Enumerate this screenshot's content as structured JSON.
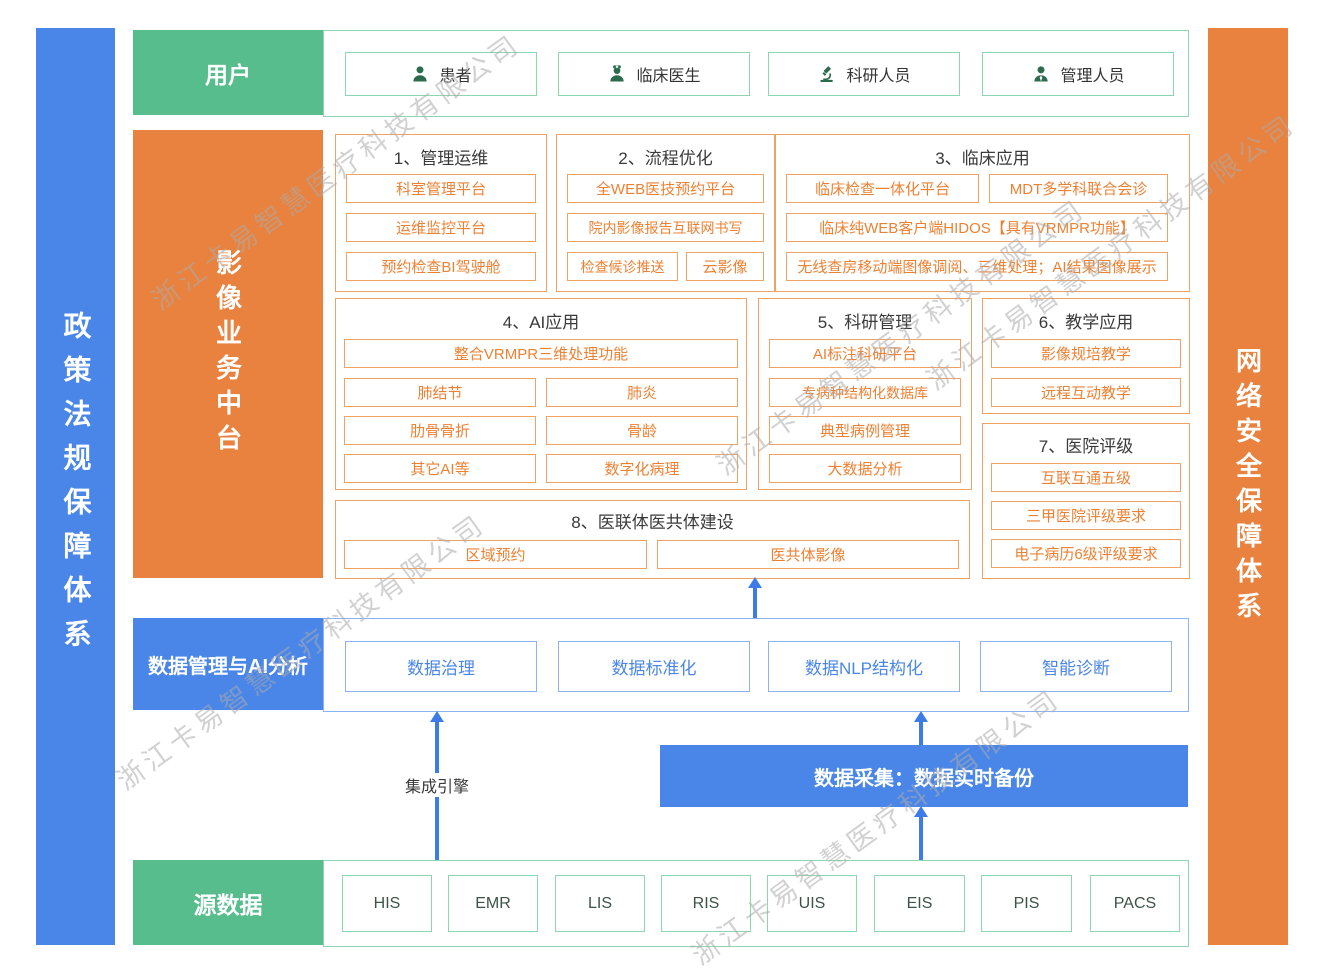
{
  "watermark": {
    "text": "浙江卡易智慧医疗科技有限公司"
  },
  "side_bars": {
    "left": "政策法规保障体系",
    "right": "网络安全保障体系"
  },
  "user_row": {
    "title": "用户",
    "items": [
      {
        "label": "患者",
        "icon": "patient-icon"
      },
      {
        "label": "临床医生",
        "icon": "doctor-icon"
      },
      {
        "label": "科研人员",
        "icon": "microscope-icon"
      },
      {
        "label": "管理人员",
        "icon": "admin-icon"
      }
    ]
  },
  "platform": {
    "title": "影像业务中台",
    "groups": [
      {
        "title": "1、管理运维",
        "items": [
          "科室管理平台",
          "运维监控平台",
          "预约检查BI驾驶舱"
        ]
      },
      {
        "title": "2、流程优化",
        "items": [
          "全WEB医技预约平台",
          "院内影像报告互联网书写",
          "检查候诊推送",
          "云影像"
        ]
      },
      {
        "title": "3、临床应用",
        "items": [
          "临床检查一体化平台",
          "MDT多学科联合会诊",
          "临床纯WEB客户端HIDOS【具有VRMPR功能】",
          "无线查房移动端图像调阅、三维处理；AI结果图像展示"
        ]
      },
      {
        "title": "4、AI应用",
        "items": [
          "整合VRMPR三维处理功能",
          "肺结节",
          "肺炎",
          "肋骨骨折",
          "骨龄",
          "其它AI等",
          "数字化病理"
        ]
      },
      {
        "title": "5、科研管理",
        "items": [
          "AI标注科研平台",
          "专病种结构化数据库",
          "典型病例管理",
          "大数据分析"
        ]
      },
      {
        "title": "6、教学应用",
        "items": [
          "影像规培教学",
          "远程互动教学"
        ]
      },
      {
        "title": "7、医院评级",
        "items": [
          "互联互通五级",
          "三甲医院评级要求",
          "电子病历6级评级要求"
        ]
      },
      {
        "title": "8、医联体医共体建设",
        "items": [
          "区域预约",
          "医共体影像"
        ]
      }
    ]
  },
  "data_mgmt": {
    "title": "数据管理与AI分析",
    "items": [
      "数据治理",
      "数据标准化",
      "数据NLP结构化",
      "智能诊断"
    ]
  },
  "middleware": {
    "integration_engine_label": "集成引擎",
    "collection_label": "数据采集：数据实时备份"
  },
  "source_row": {
    "title": "源数据",
    "items": [
      "HIS",
      "EMR",
      "LIS",
      "RIS",
      "UIS",
      "EIS",
      "PIS",
      "PACS"
    ]
  },
  "colors": {
    "blue": "#4a86e8",
    "orange": "#e8823e",
    "green": "#57bd8c",
    "orange_item_text": "#ed8133",
    "watermark_gray": "#acacac"
  }
}
